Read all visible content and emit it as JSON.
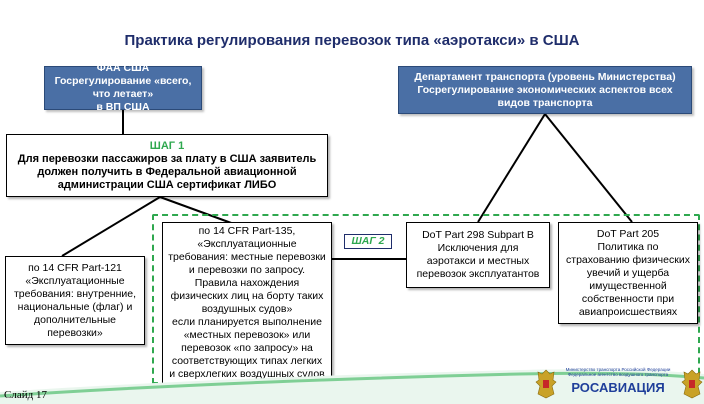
{
  "title": "Практика регулирования перевозок типа «аэротакси» в США",
  "faa_box": {
    "lines": [
      "ФАА США",
      "Госрегулирование «всего, что летает»",
      "в ВП США"
    ]
  },
  "dot_box": {
    "lines": [
      "Департамент транспорта (уровень Министерства)",
      "Госрегулирование экономических аспектов всех",
      "видов транспорта"
    ]
  },
  "step1_box": {
    "label": "ШАГ 1",
    "lines": [
      "Для перевозки пассажиров за плату в США заявитель",
      "должен получить в Федеральной авиационной",
      "администрации США сертификат ЛИБО"
    ]
  },
  "part121_box": {
    "lines": [
      "по 14 CFR  Part-121",
      "«Эксплуатационные",
      "требования: внутренние,",
      "национальные (флаг) и",
      "дополнительные",
      "перевозки»"
    ]
  },
  "part135_box": {
    "lines": [
      "по 14 CFR  Part-135,",
      "«Эксплуатационные",
      "требования: местные перевозки",
      "и перевозки по запросу.",
      "Правила нахождения",
      "физических лиц на борту таких",
      "воздушных судов»",
      "если планируется выполнение",
      "«местных перевозок» или",
      "перевозок «по запросу» на",
      "соответствующих типах легких",
      "и сверхлегких воздушных судов"
    ]
  },
  "step2_label": "ШАГ 2",
  "part298_box": {
    "lines": [
      "DoT  Part 298 Subpart B",
      "Исключения для",
      "аэротакси и местных",
      "перевозок эксплуатантов"
    ]
  },
  "part205_box": {
    "lines": [
      "DoT  Part 205",
      "Политика по",
      "страхованию физических",
      "увечий и ущерба",
      "имущественной",
      "собственности при",
      "авиапроисшествиях"
    ]
  },
  "footer": {
    "slide_number": "Слайд 17",
    "logo_caption_1": "Министерство транспорта Российской Федерации",
    "logo_caption_2": "Федеральное агентство воздушного транспорта",
    "logo_text": "РОСАВИАЦИЯ"
  },
  "colors": {
    "title": "#1f2d6b",
    "header_box_fill": "#4a6fa5",
    "step_label": "#2fa84f",
    "dashed_frame": "#2fa84f"
  }
}
